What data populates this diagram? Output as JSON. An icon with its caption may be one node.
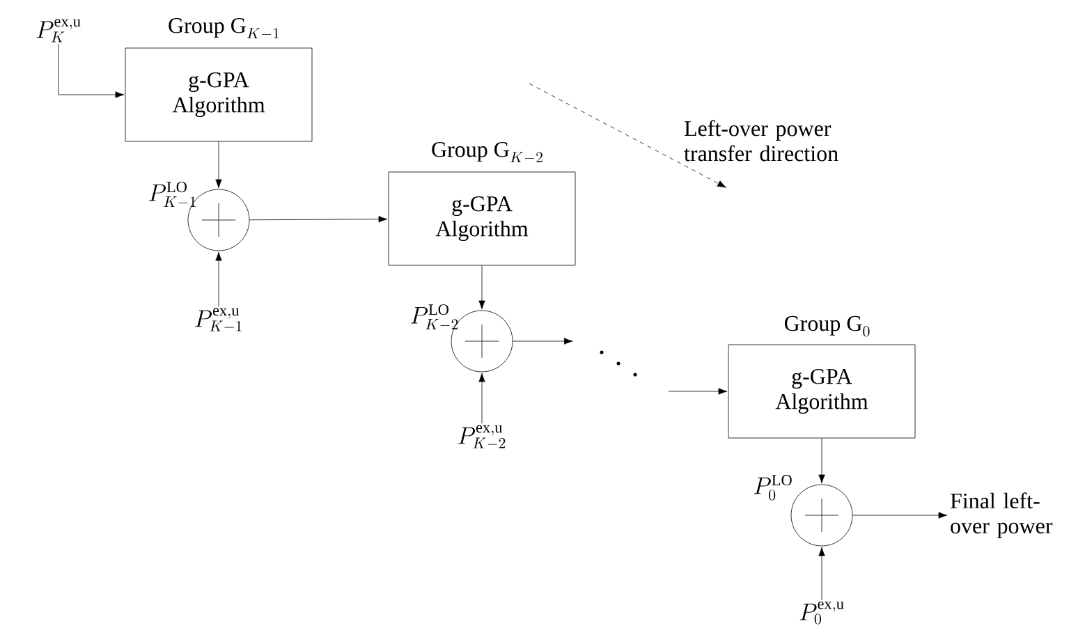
{
  "diagram": {
    "nodes": [
      {
        "text": [
          "P_K^{\\mathrm{ex,u}}"
        ]
      },
      {
        "text": [
          "\\mathrm{Group\\ G}_{K-1}",
          "g-GPA Algorithm"
        ]
      },
      {
        "text": [],
        "shape": "circle"
      },
      {
        "text": [
          "P_{K-1}^{\\mathrm{ex,u}}"
        ]
      },
      {
        "text": [
          "\\mathrm{Group\\ G}_{K-2}",
          "g-GPA Algorithm"
        ]
      },
      {
        "text": [],
        "shape": "circle"
      },
      {
        "text": [
          "P_{K-2}^{\\mathrm{ex,u}}"
        ]
      },
      {
        "text": [
          "\\mathrm{Group\\ G}_{0}",
          "g-GPA Algorithm"
        ]
      },
      {
        "text": [],
        "shape": "circle"
      },
      {
        "text": [
          "P_{0}^{\\mathrm{ex,u}}"
        ]
      },
      {
        "text": [
          "Final left-over power"
        ]
      }
    ],
    "edges": [
      {
        "from": 0,
        "to": 1,
        "arrow": "to"
      },
      {
        "from": 1,
        "to": 2,
        "arrow": "to",
        "label": "P_{K-1}^{\\mathrm{LO}}"
      },
      {
        "from": 3,
        "to": 2,
        "arrow": "to"
      },
      {
        "from": 2,
        "to": 4,
        "arrow": "to"
      },
      {
        "from": 4,
        "to": 5,
        "arrow": "to",
        "label": "P_{K-2}^{\\mathrm{LO}}"
      },
      {
        "from": 6,
        "to": 5,
        "arrow": "to"
      },
      {
        "from": 5,
        "to": null,
        "arrow": "to"
      },
      {
        "from": null,
        "to": 7,
        "arrow": "to"
      },
      {
        "from": 7,
        "to": 8,
        "arrow": "to",
        "label": "P_{0}^{\\mathrm{LO}}"
      },
      {
        "from": 9,
        "to": 8,
        "arrow": "to"
      },
      {
        "from": 8,
        "to": 10,
        "arrow": "to"
      }
    ],
    "labels": [
      "Left-over power transfer direction"
    ]
  }
}
